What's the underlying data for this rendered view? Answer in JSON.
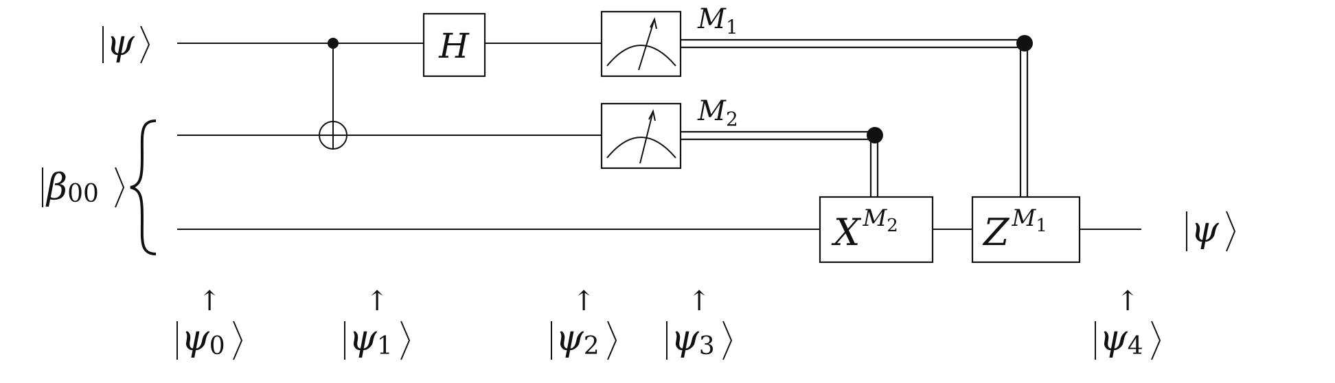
{
  "circuit": {
    "inputs": {
      "top": {
        "symbol": "ψ"
      },
      "bell": {
        "symbol": "β",
        "subscript": "00"
      }
    },
    "output": {
      "symbol": "ψ"
    },
    "gates": {
      "hadamard": "H",
      "x_gate": {
        "base": "X",
        "sup": "M",
        "sup_sub": "2"
      },
      "z_gate": {
        "base": "Z",
        "sup": "M",
        "sup_sub": "1"
      }
    },
    "measurements": {
      "m1": {
        "letter": "M",
        "sub": "1"
      },
      "m2": {
        "letter": "M",
        "sub": "2"
      }
    },
    "stages": [
      {
        "symbol": "ψ",
        "sub": "0"
      },
      {
        "symbol": "ψ",
        "sub": "1"
      },
      {
        "symbol": "ψ",
        "sub": "2"
      },
      {
        "symbol": "ψ",
        "sub": "3"
      },
      {
        "symbol": "ψ",
        "sub": "4"
      }
    ],
    "arrow_glyph": "↑"
  }
}
